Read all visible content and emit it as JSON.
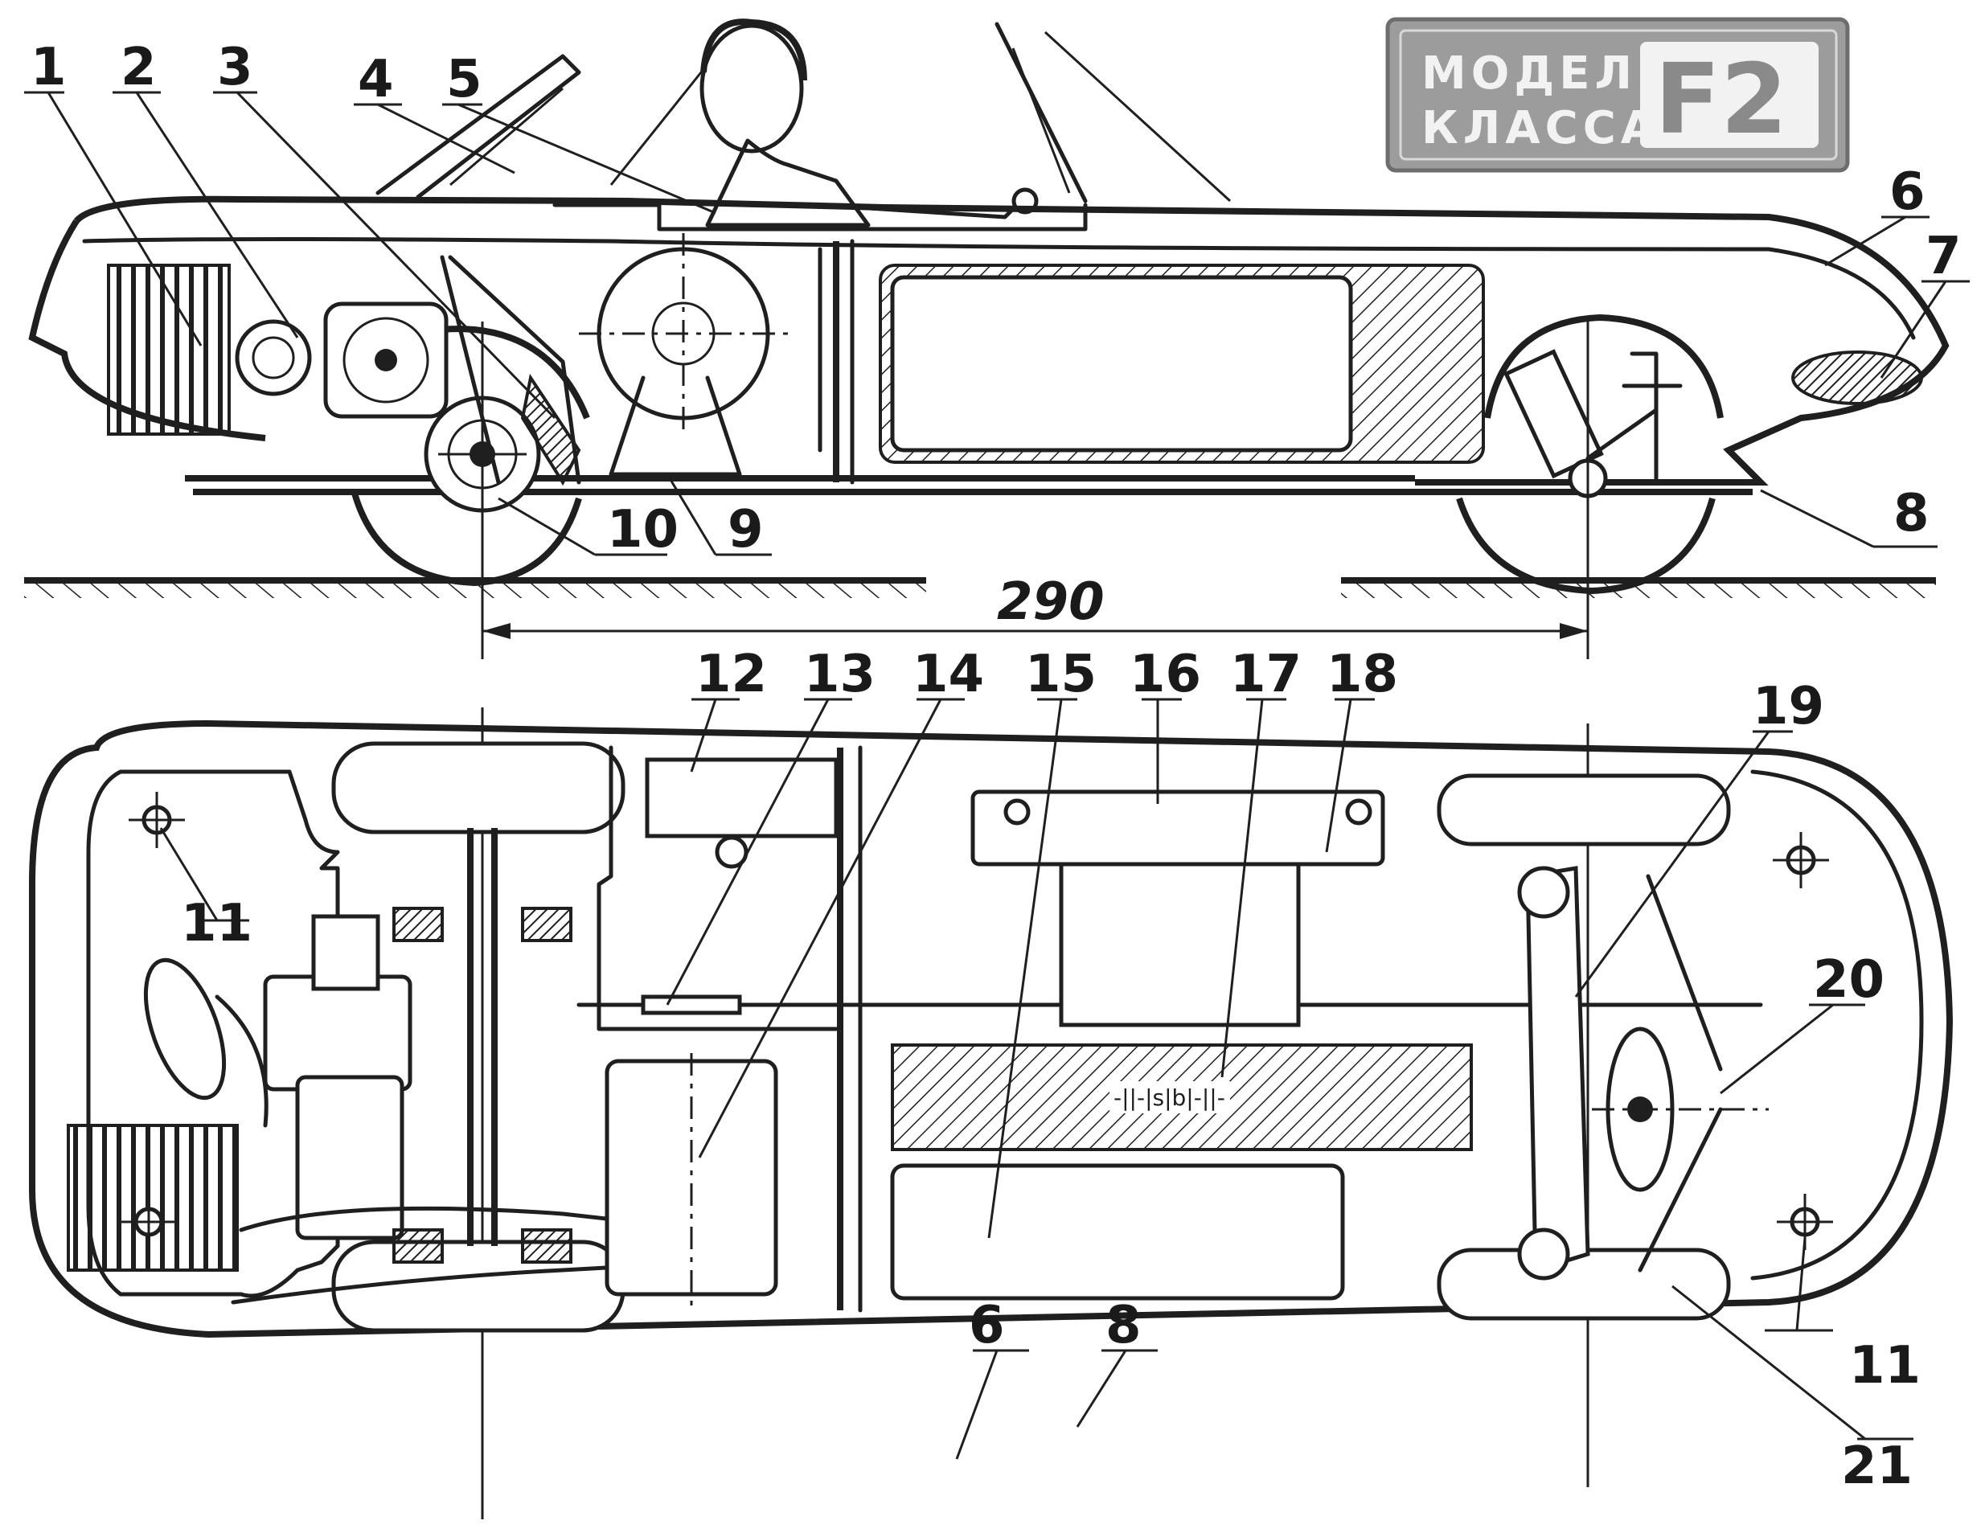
{
  "logo": {
    "line1": "МОДЕЛЬ",
    "line2": "КЛАССА",
    "badge": "F2"
  },
  "side_view": {
    "wheelbase_label": "290",
    "callouts": [
      "1",
      "2",
      "3",
      "4",
      "5",
      "6",
      "7",
      "8",
      "9",
      "10"
    ]
  },
  "top_view": {
    "callouts": [
      "11",
      "12",
      "13",
      "14",
      "15",
      "16",
      "17",
      "18",
      "19",
      "20",
      "21",
      "6",
      "8",
      "11"
    ],
    "battery_symbol": "-||-|s|b|-||-"
  },
  "colors": {
    "ink": "#1f1f1f",
    "paper": "#ffffff",
    "logo_bg": "#9c9c9c"
  }
}
